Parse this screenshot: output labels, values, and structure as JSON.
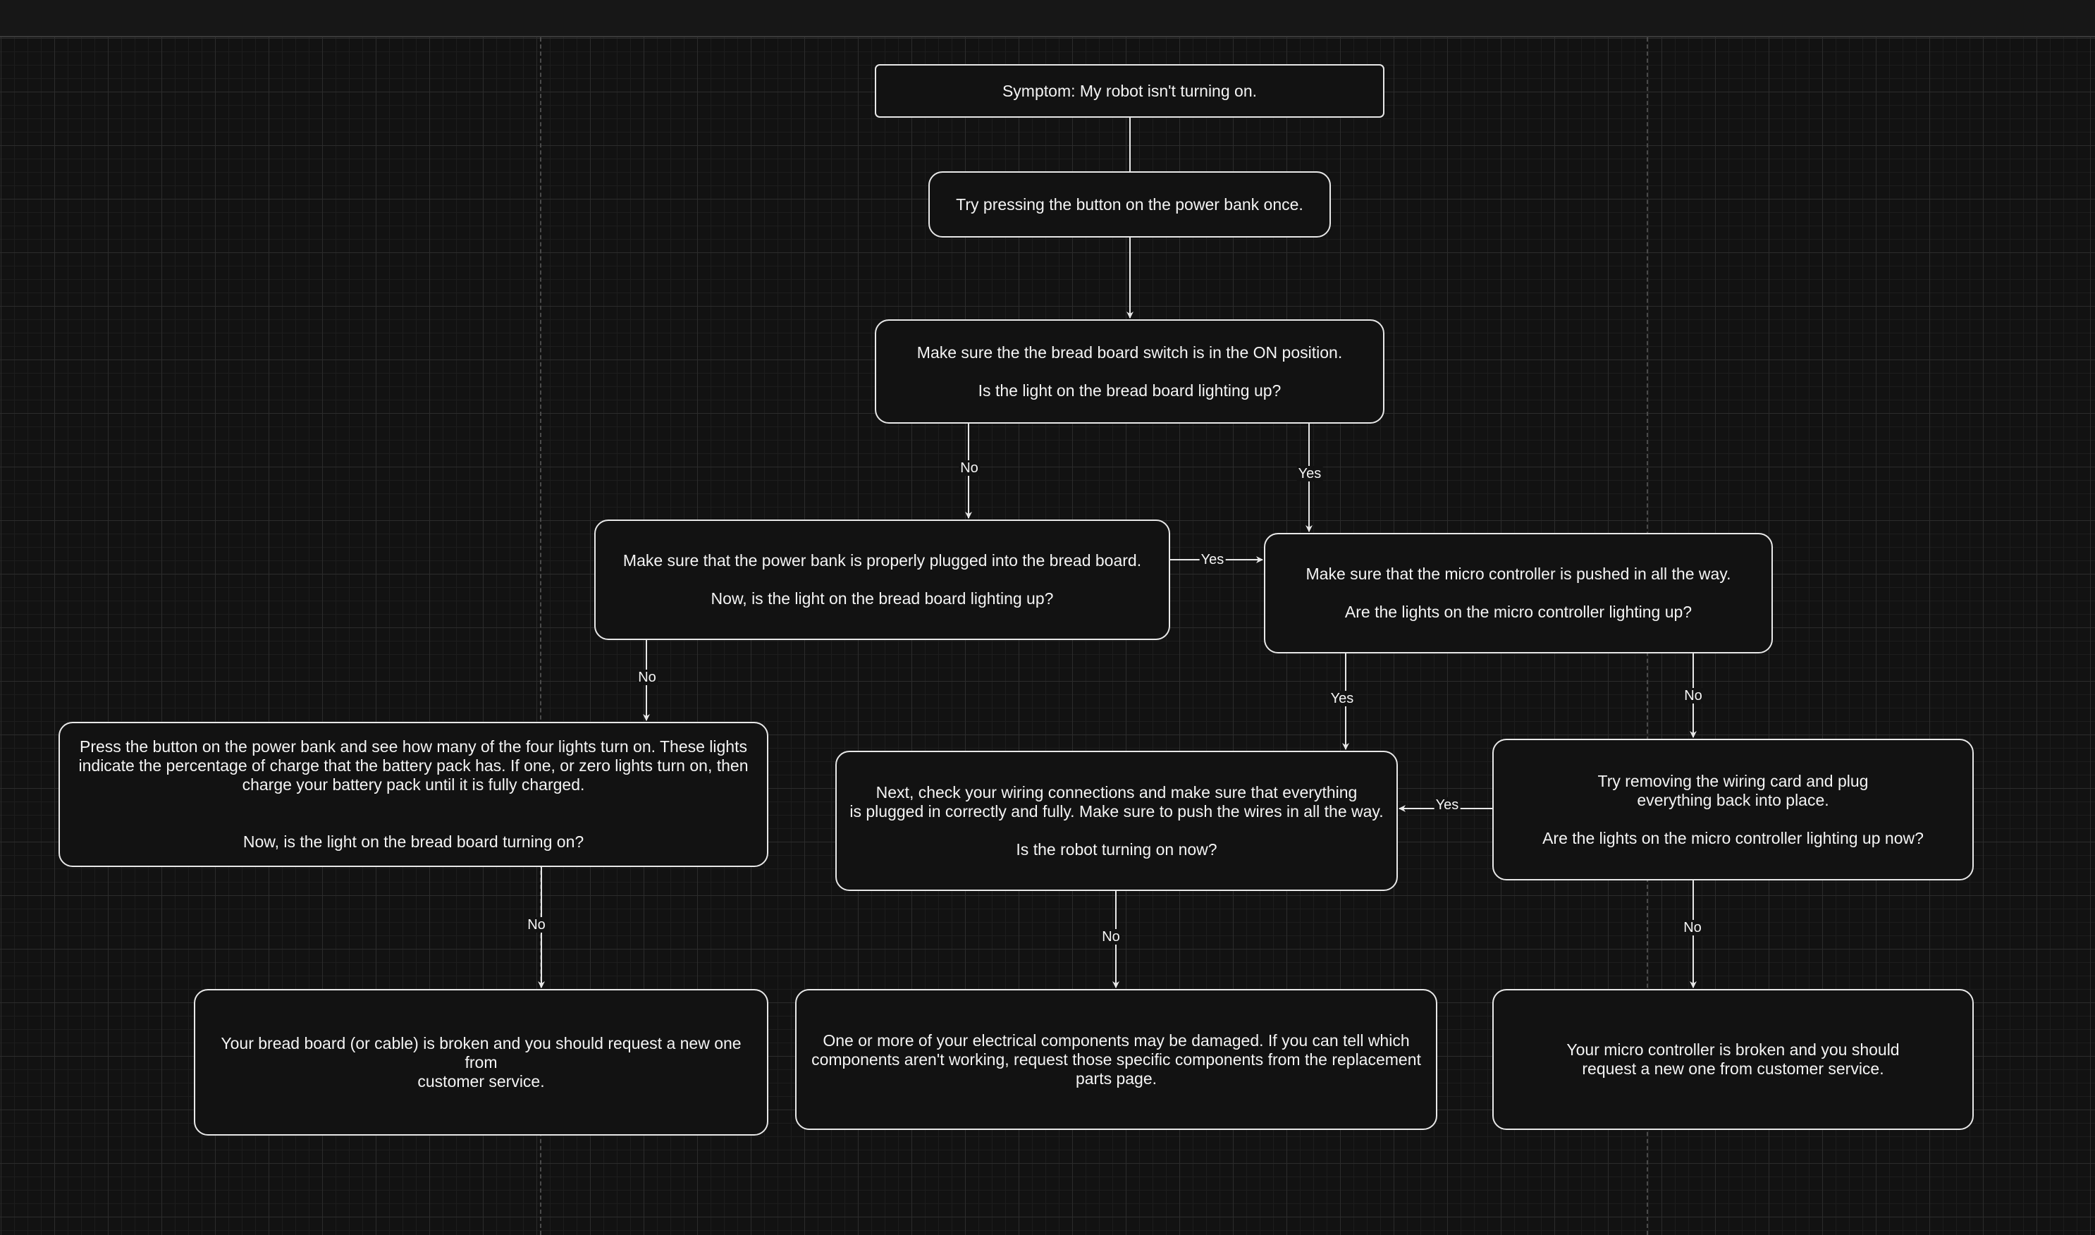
{
  "nodes": {
    "symptom": "Symptom: My robot isn't turning on.",
    "press_once": "Try pressing the button on the power bank once.",
    "switch_on": "Make sure the the bread board switch is in the ON position.\n\nIs the light on the bread board lighting up?",
    "plugged_in": "Make sure that the power bank is properly plugged into the bread board.\n\nNow, is the light on the bread board lighting up?",
    "micro_pushed": "Make sure that the micro controller is pushed in all the way.\n\nAre the lights on the micro controller lighting up?",
    "four_lights": "Press the button on the power bank and see how many of the four lights turn on. These lights\nindicate the percentage of charge that the battery pack has. If one, or zero lights turn on, then\ncharge your battery pack until it is fully charged.\n\n\nNow, is the light on the bread board turning on?",
    "wiring": "Next, check your wiring connections and make sure that everything\nis plugged in correctly and fully. Make sure to push the wires in all the way.\n\nIs the robot turning on now?",
    "wiring_card": "Try removing the wiring card and plug\neverything back into place.\n\nAre the lights on the micro controller lighting up now?",
    "breadboard_broken": "Your bread board (or cable) is broken and you should request a new one from\ncustomer service.",
    "components_damaged": "One or more of your electrical components may be damaged. If you can tell which\ncomponents aren't working, request those specific components from the replacement\nparts page.",
    "micro_broken": "Your micro controller is broken and you should\nrequest a new one from customer service."
  },
  "edges": [
    {
      "from": "symptom",
      "to": "press_once",
      "label": ""
    },
    {
      "from": "press_once",
      "to": "switch_on",
      "label": ""
    },
    {
      "from": "switch_on",
      "to": "plugged_in",
      "label": "No"
    },
    {
      "from": "switch_on",
      "to": "micro_pushed",
      "label": "Yes"
    },
    {
      "from": "plugged_in",
      "to": "micro_pushed",
      "label": "Yes"
    },
    {
      "from": "plugged_in",
      "to": "four_lights",
      "label": "No"
    },
    {
      "from": "micro_pushed",
      "to": "wiring",
      "label": "Yes"
    },
    {
      "from": "micro_pushed",
      "to": "wiring_card",
      "label": "No"
    },
    {
      "from": "wiring_card",
      "to": "wiring",
      "label": "Yes"
    },
    {
      "from": "four_lights",
      "to": "breadboard_broken",
      "label": "No"
    },
    {
      "from": "wiring",
      "to": "components_damaged",
      "label": "No"
    },
    {
      "from": "wiring_card",
      "to": "micro_broken",
      "label": "No"
    }
  ],
  "colors": {
    "background": "#121212",
    "stroke": "#e8e8e8",
    "text": "#f4f4f4"
  }
}
